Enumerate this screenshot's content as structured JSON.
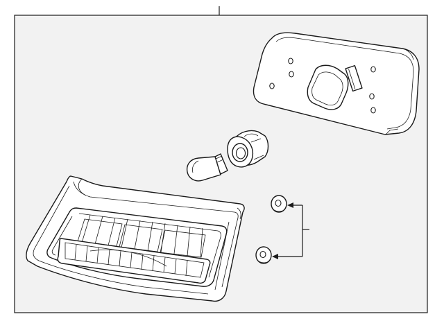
{
  "diagram": {
    "background": "#f2f2f2",
    "border_color": "#1a1a1a",
    "line_color": "#1a1a1a",
    "parts": [
      {
        "id": "housing",
        "kind": "tail-lamp-housing"
      },
      {
        "id": "bulb",
        "kind": "bulb"
      },
      {
        "id": "socket",
        "kind": "socket"
      },
      {
        "id": "mounting-plate",
        "kind": "mounting-plate"
      },
      {
        "id": "nut-upper",
        "kind": "nut"
      },
      {
        "id": "nut-lower",
        "kind": "nut"
      }
    ]
  }
}
